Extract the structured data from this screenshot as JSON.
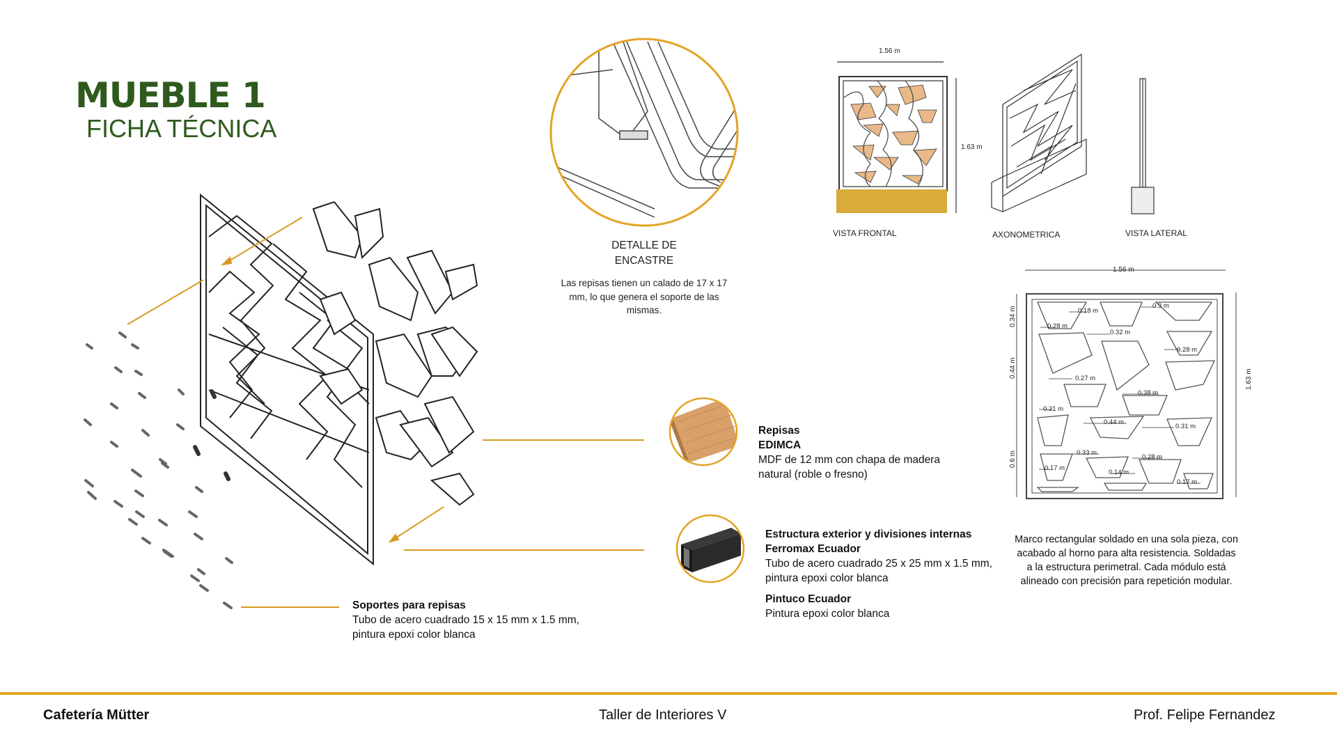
{
  "header": {
    "title": "MUEBLE 1",
    "subtitle": "FICHA TÉCNICA"
  },
  "detail": {
    "title": "DETALLE DE ENCASTRE",
    "description": "Las repisas tienen un calado de 17 x 17 mm, lo que genera el soporte de las mismas."
  },
  "views": {
    "front": "VISTA FRONTAL",
    "axo": "AXONOMETRICA",
    "side": "VISTA LATERAL",
    "width_dim": "1.56 m",
    "height_dim": "1.63 m"
  },
  "plan": {
    "width_dim": "1.56 m",
    "height_dim": "1.63 m",
    "left_dims": [
      "0.34 m",
      "0.44 m",
      "0.6 m"
    ],
    "inner_dims": [
      "0.18 m",
      "0.3 m",
      "0.28 m",
      "0.32 m",
      "0.28 m",
      "0.27 m",
      "0.38 m",
      "0.21 m",
      "0.44 m",
      "0.31 m",
      "0.33 m",
      "0.28 m",
      "0.17 m",
      "0.14 m",
      "0.17 m"
    ]
  },
  "specs": {
    "repisas": {
      "title": "Repisas",
      "brand": "EDIMCA",
      "text": "MDF de 12 mm con chapa de madera natural (roble o fresno)"
    },
    "estructura": {
      "title": "Estructura exterior y divisiones internas",
      "brand": "Ferromax Ecuador",
      "text": "Tubo de acero cuadrado 25 x 25 mm x 1.5 mm, pintura epoxi color blanca"
    },
    "pintura": {
      "title": "Pintuco Ecuador",
      "text": "Pintura epoxi color blanca"
    },
    "soportes": {
      "title": "Soportes para repisas",
      "text": "Tubo de acero cuadrado 15 x 15 mm x 1.5 mm, pintura epoxi color blanca"
    },
    "marco": "Marco rectangular soldado en una sola pieza, con acabado al horno para alta resistencia. Soldadas a la estructura perimetral. Cada módulo está alineado con precisión para repetición modular."
  },
  "footer": {
    "left": "Cafetería Mütter",
    "center": "Taller de Interiores V",
    "right": "Prof. Felipe Fernandez"
  },
  "colors": {
    "title_green": "#2f5a1e",
    "accent": "#e3a323",
    "wood": "#e9b98a"
  }
}
